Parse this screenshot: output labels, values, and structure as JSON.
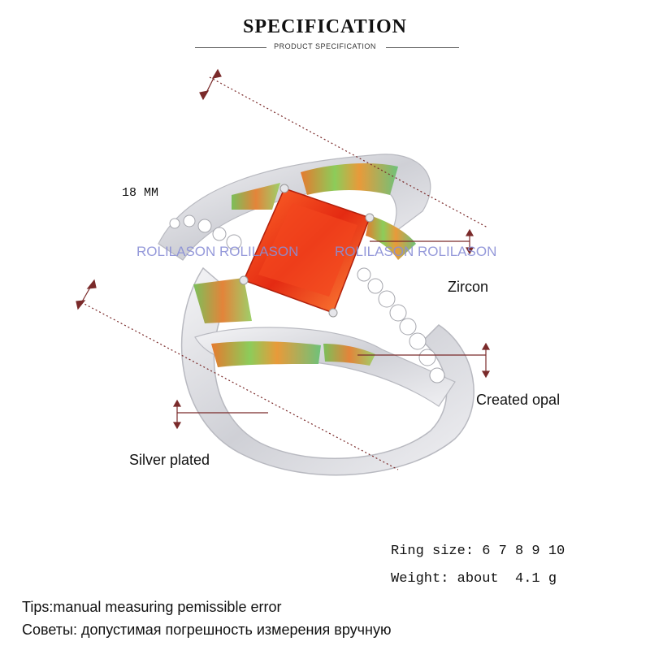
{
  "header": {
    "title": "SPECIFICATION",
    "subtitle": "PRODUCT SPECIFICATION"
  },
  "dimension": {
    "label": "18 MM"
  },
  "watermark": {
    "text_left": "ROLILASON ROLILASON",
    "text_right": "ROLILASON ROLILASON"
  },
  "callouts": {
    "zircon": "Zircon",
    "opal": "Created opal",
    "silver": "Silver plated"
  },
  "specs": {
    "ring_size": "Ring size: 6 7 8 9 10",
    "weight": "Weight: about  4.1 g"
  },
  "tips": {
    "english": "Tips:manual measuring pemissible error",
    "russian": "Советы: допустимая погрешность измерения вручную"
  },
  "colors": {
    "gem": "#e8361a",
    "opal_green": "#7cbf5a",
    "opal_orange": "#e27a2e",
    "silver": "#d9d9de",
    "dim_line": "#7a2a2a"
  }
}
